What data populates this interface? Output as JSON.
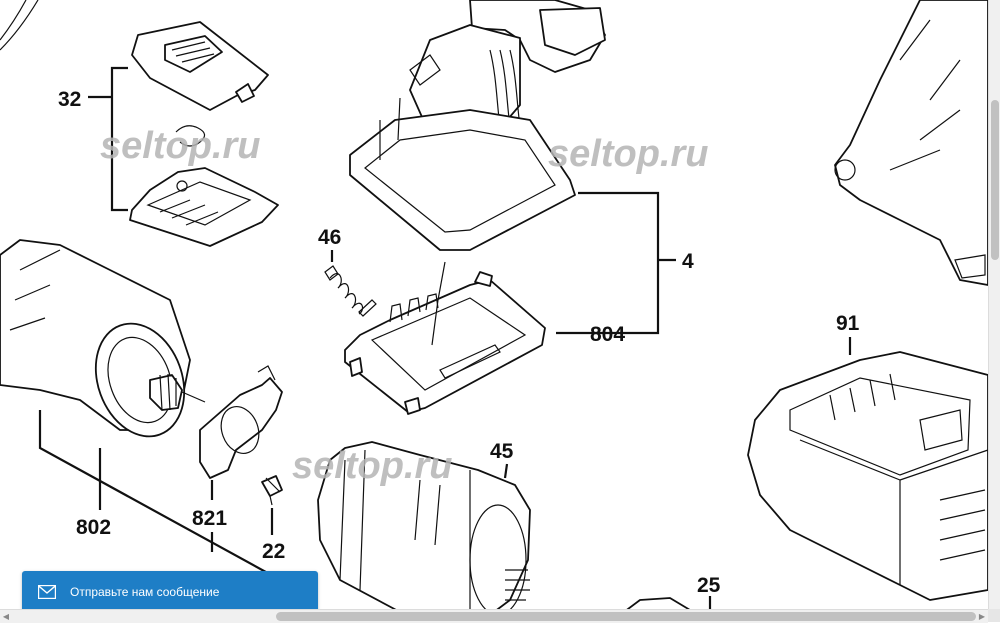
{
  "diagram": {
    "part_numbers": {
      "p32": "32",
      "p46": "46",
      "p4": "4",
      "p804": "804",
      "p91": "91",
      "p45": "45",
      "p802": "802",
      "p821": "821",
      "p22": "22",
      "p25": "25"
    },
    "watermarks": [
      "seltop.ru",
      "seltop.ru",
      "seltop.ru"
    ]
  },
  "chat_widget": {
    "label": "Отправьте нам сообщение",
    "icon": "envelope-icon",
    "color": "#1e7ec6"
  },
  "scrollbars": {
    "horizontal": "horizontal-scrollbar",
    "vertical": "vertical-scrollbar"
  }
}
